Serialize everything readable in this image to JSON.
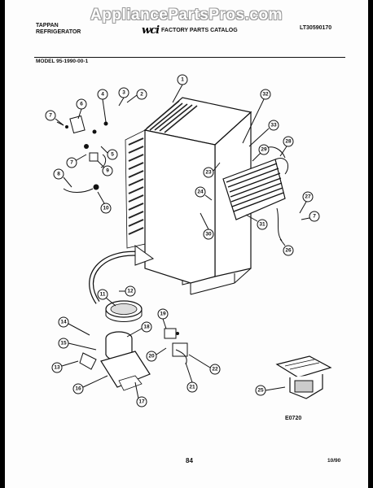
{
  "watermark": "AppliancePartsPros.com",
  "header": {
    "brand_line1": "TAPPAN",
    "brand_line2": "REFRIGERATOR",
    "logo": "wci",
    "catalog_title": "FACTORY PARTS CATALOG",
    "catalog_code": "LT30590170"
  },
  "model": "MODEL 95-1990-00-1",
  "diagram_code": "E0720",
  "page_number": "84",
  "date": "10/90",
  "callouts": [
    "1",
    "2",
    "3",
    "4",
    "5",
    "6",
    "7",
    "8",
    "9",
    "10",
    "11",
    "12",
    "13",
    "14",
    "15",
    "16",
    "17",
    "18",
    "19",
    "20",
    "21",
    "22",
    "23",
    "24",
    "25",
    "26",
    "27",
    "28",
    "29",
    "30",
    "31",
    "32",
    "33"
  ]
}
